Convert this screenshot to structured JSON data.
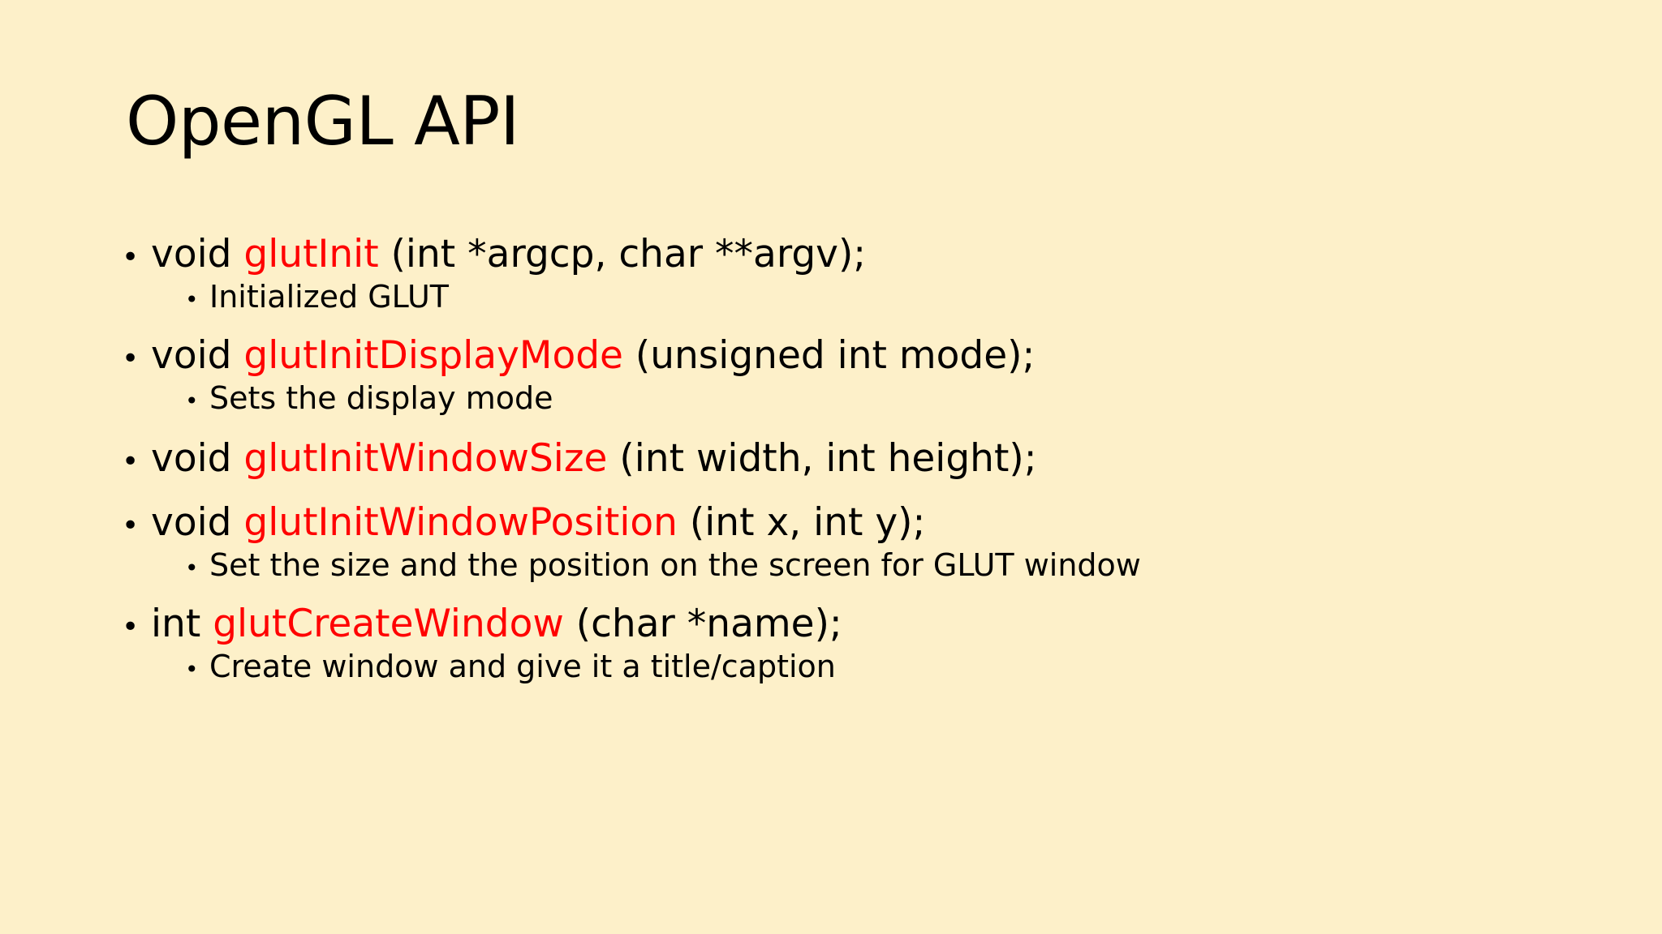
{
  "slide": {
    "title": "OpenGL API",
    "background_color": "#fdf0c9",
    "text_color": "#000000",
    "accent_color": "#ff0000",
    "bullet_marker": "•",
    "items": [
      {
        "level": 1,
        "pre": "void ",
        "fn": "glutInit",
        "post": " (int *argcp, char **argv);",
        "full": "void glutInit (int *argcp, char **argv);"
      },
      {
        "level": 2,
        "pre": "Initialized GLUT",
        "fn": "",
        "post": "",
        "full": "Initialized GLUT"
      },
      {
        "level": 1,
        "pre": "void ",
        "fn": "glutInitDisplayMode",
        "post": " (unsigned int mode);",
        "full": "void glutInitDisplayMode (unsigned int mode);"
      },
      {
        "level": 2,
        "pre": "Sets the display mode",
        "fn": "",
        "post": "",
        "full": "Sets the display mode"
      },
      {
        "level": 1,
        "pre": "void ",
        "fn": "glutInitWindowSize",
        "post": " (int width, int height);",
        "full": "void glutInitWindowSize (int width, int height);"
      },
      {
        "level": 1,
        "pre": "void ",
        "fn": "glutInitWindowPosition",
        "post": " (int x, int y);",
        "full": "void glutInitWindowPosition (int x, int y);"
      },
      {
        "level": 2,
        "pre": "Set the size and the position on the screen for GLUT window",
        "fn": "",
        "post": "",
        "full": "Set the size and the position on the screen for GLUT window"
      },
      {
        "level": 1,
        "pre": "int  ",
        "fn": "glutCreateWindow",
        "post": " (char *name);",
        "full": "int  glutCreateWindow (char *name);"
      },
      {
        "level": 2,
        "pre": "Create window and give it a title/caption",
        "fn": "",
        "post": "",
        "full": "Create window and give it a title/caption"
      }
    ]
  }
}
